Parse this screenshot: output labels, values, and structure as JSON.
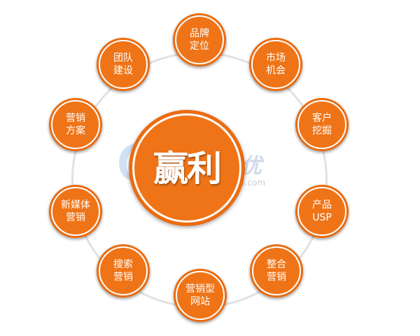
{
  "colors": {
    "node_fill": "#ef7417",
    "node_outer": "#eb6c10",
    "ring": "#e2e2e2",
    "text": "#ffffff"
  },
  "center": {
    "label": "赢利"
  },
  "nodes": [
    {
      "label": "品牌\n定位"
    },
    {
      "label": "市场\n机会"
    },
    {
      "label": "客户\n挖掘"
    },
    {
      "label": "产品\nUSP"
    },
    {
      "label": "整合\n营销"
    },
    {
      "label": "营销型\n网站"
    },
    {
      "label": "搜索\n营销"
    },
    {
      "label": "新媒体\n营销"
    },
    {
      "label": "营销\n方案"
    },
    {
      "label": "团队\n建设"
    }
  ],
  "watermark": {
    "brand": "网优",
    "url": "www.eosoo.com"
  }
}
